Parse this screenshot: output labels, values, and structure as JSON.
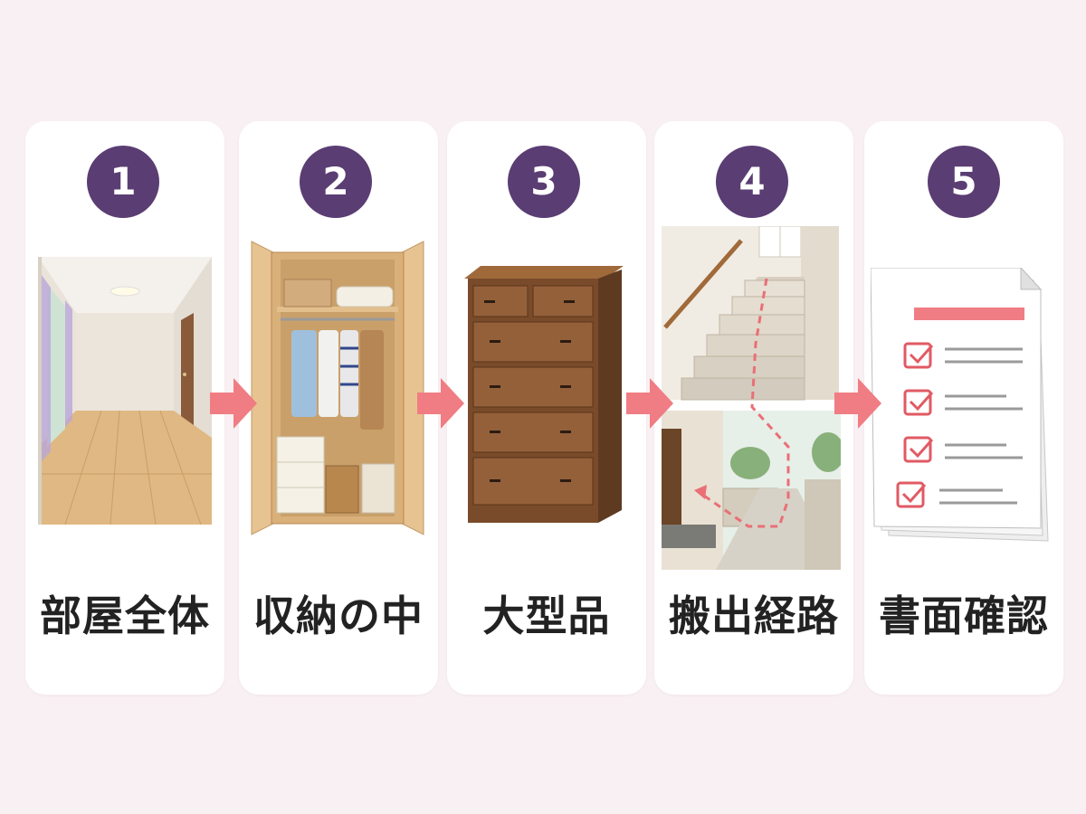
{
  "steps": [
    {
      "number": "1",
      "label": "部屋全体",
      "icon": "room-icon"
    },
    {
      "number": "2",
      "label": "収納の中",
      "icon": "closet-icon"
    },
    {
      "number": "3",
      "label": "大型品",
      "icon": "chest-of-drawers-icon"
    },
    {
      "number": "4",
      "label": "搬出経路",
      "icon": "exit-route-icon"
    },
    {
      "number": "5",
      "label": "書面確認",
      "icon": "checklist-document-icon"
    }
  ],
  "colors": {
    "badge": "#5a3d72",
    "arrow": "#f07d83",
    "background": "#f9f0f3",
    "card": "#ffffff"
  }
}
